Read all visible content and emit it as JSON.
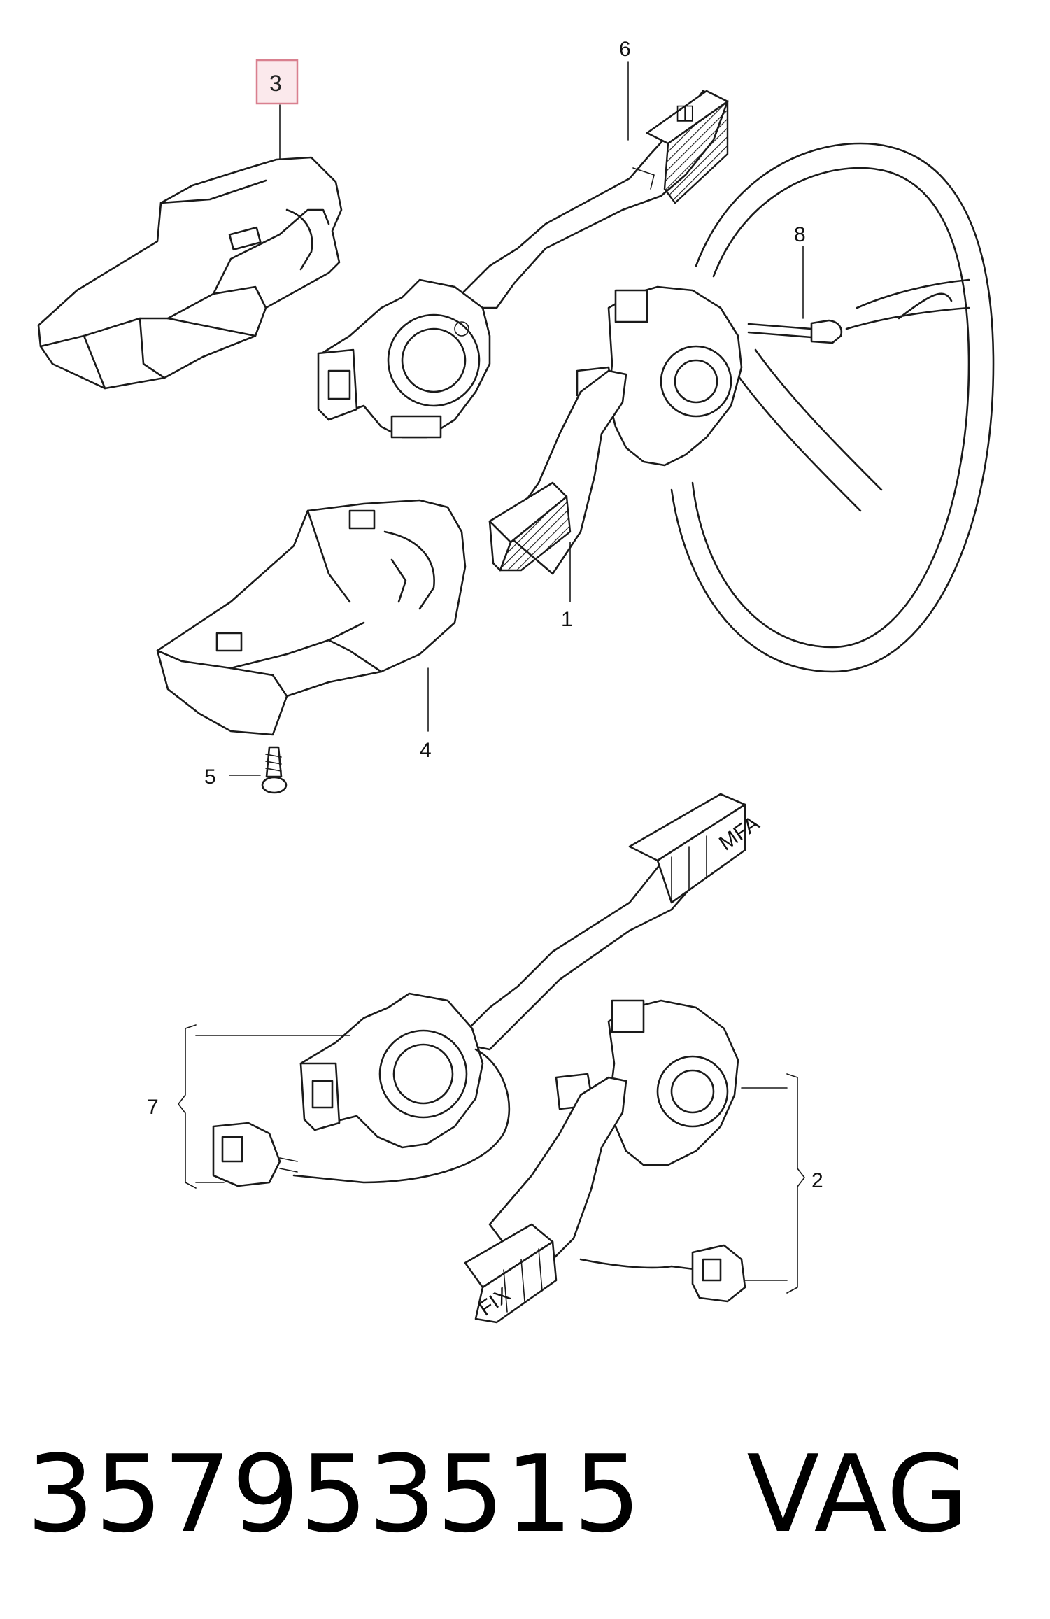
{
  "diagram": {
    "callouts": {
      "c1": "1",
      "c2": "2",
      "c3": "3",
      "c4": "4",
      "c5": "5",
      "c6": "6",
      "c7": "7",
      "c8": "8"
    },
    "highlighted_callout": "3",
    "lever_markings": {
      "fix": "FIX",
      "mfa": "MFA"
    },
    "highlight_color": "#d9808f"
  },
  "footer": {
    "part_number": "357953515",
    "manufacturer": "VAG"
  }
}
